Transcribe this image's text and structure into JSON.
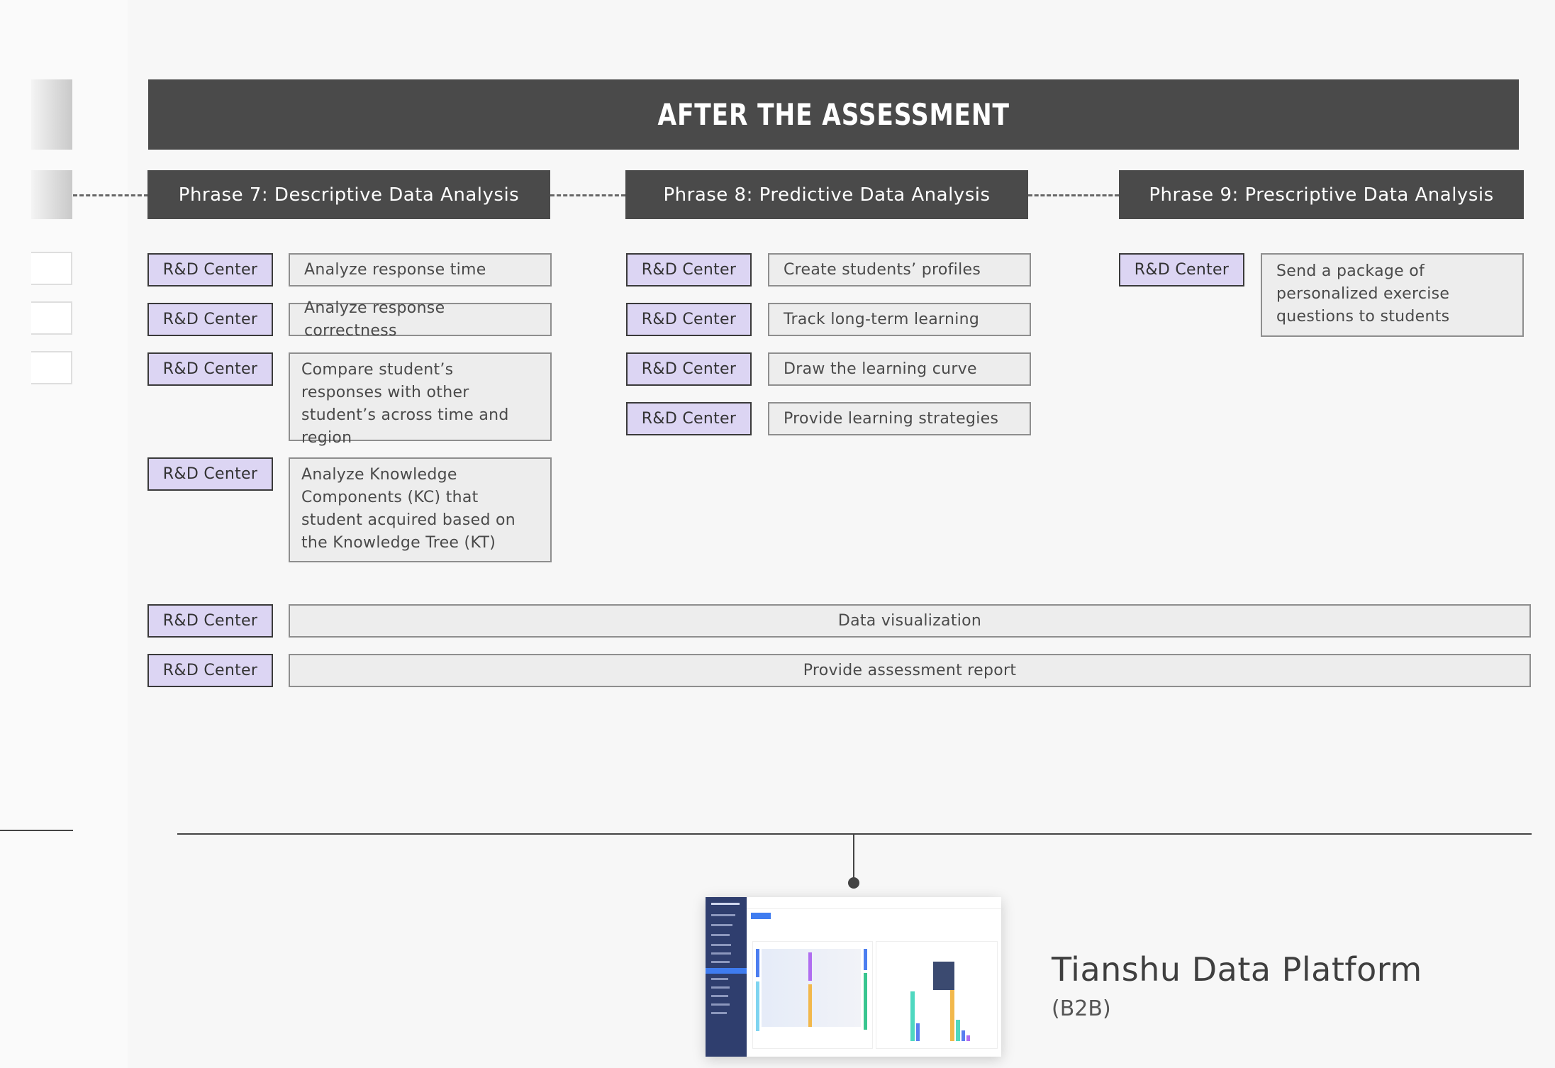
{
  "banner": {
    "title": "AFTER THE ASSESSMENT"
  },
  "phases": [
    {
      "title": "Phrase 7: Descriptive Data Analysis"
    },
    {
      "title": "Phrase 8: Predictive Data Analysis"
    },
    {
      "title": "Phrase 9: Prescriptive Data Analysis"
    }
  ],
  "role_label": "R&D Center",
  "phase7_tasks": [
    "Analyze response time",
    "Analyze response correctness",
    "Compare student’s responses with other student’s across time and region",
    "Analyze Knowledge Components (KC) that student acquired based on the Knowledge Tree (KT)"
  ],
  "phase8_tasks": [
    "Create students’ profiles",
    "Track long-term learning",
    "Draw the learning curve",
    "Provide learning strategies"
  ],
  "phase9_tasks": [
    "Send a package of personalized exercise questions to students"
  ],
  "shared_tasks": [
    "Data visualization",
    "Provide assessment report"
  ],
  "platform": {
    "title": "Tianshu Data Platform",
    "subtitle": "(B2B)"
  },
  "colors": {
    "banner_bg": "#4a4a4a",
    "role_bg": "#dcd5f3",
    "task_bg": "#ededed"
  }
}
